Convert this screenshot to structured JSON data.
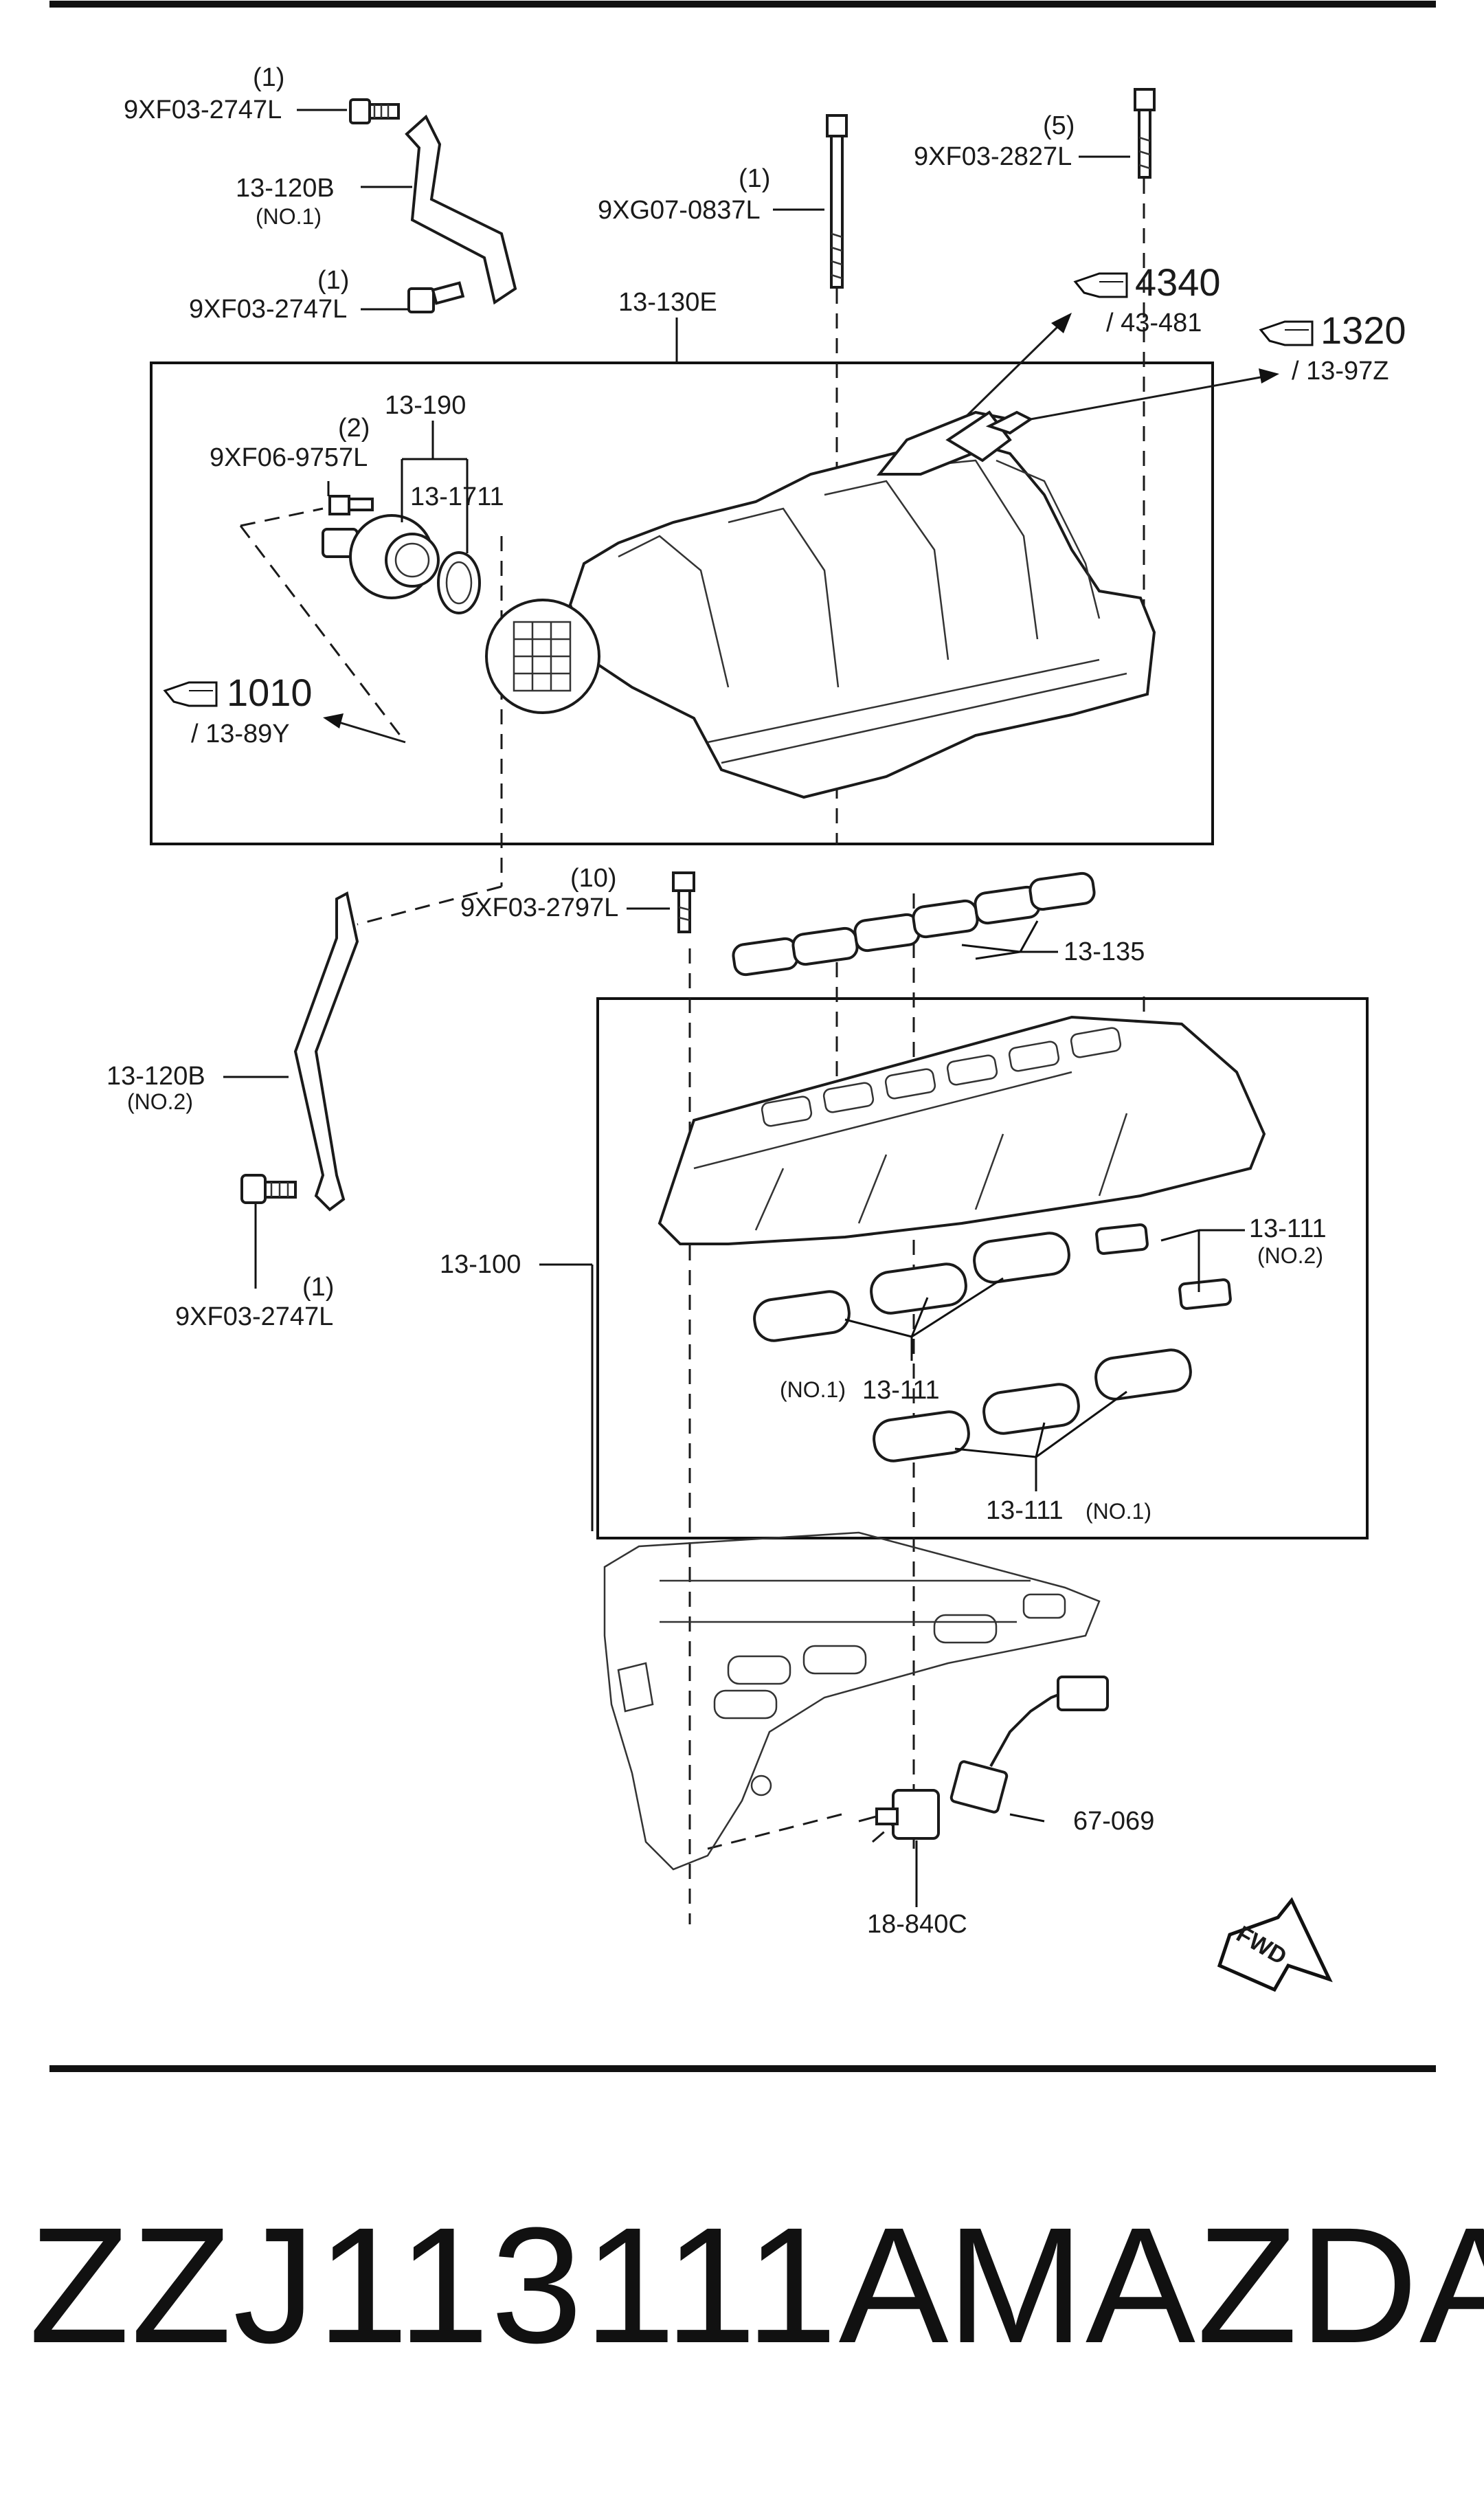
{
  "callouts": {
    "bolt_top_left": {
      "qty": "(1)",
      "code": "9XF03-2747L"
    },
    "bracket_no1": {
      "code": "13-120B",
      "sub": "(NO.1)"
    },
    "bolt_mid_left": {
      "qty": "(1)",
      "code": "9XF03-2747L"
    },
    "long_bolt": {
      "qty": "(1)",
      "code": "9XG07-0837L"
    },
    "bolt_top_right": {
      "qty": "(5)",
      "code": "9XF03-2827L"
    },
    "upper_manifold": {
      "code": "13-130E"
    },
    "throttle_group": {
      "code": "13-190"
    },
    "throttle_bolt": {
      "qty": "(2)",
      "code": "9XF06-9757L"
    },
    "throttle_gasket": {
      "code": "13-1711"
    },
    "bolt_lower": {
      "qty": "(10)",
      "code": "9XF03-2797L"
    },
    "upper_gasket": {
      "code": "13-135"
    },
    "bracket_no2": {
      "code": "13-120B",
      "sub": "(NO.2)"
    },
    "lower_manifold": {
      "code": "13-100"
    },
    "bolt_bottom_left": {
      "qty": "(1)",
      "code": "9XF03-2747L"
    },
    "gasket_no2": {
      "code": "13-111",
      "sub": "(NO.2)"
    },
    "gasket_no1_a": {
      "prefix": "(NO.1)",
      "code": "13-111"
    },
    "gasket_no1_b": {
      "code": "13-111",
      "suffix": "(NO.1)"
    },
    "harness": {
      "code": "67-069"
    },
    "sensor": {
      "code": "18-840C"
    }
  },
  "references": [
    {
      "page": "4340",
      "ref": "/ 43-481"
    },
    {
      "page": "1320",
      "ref": "/ 13-97Z"
    },
    {
      "page": "1010",
      "ref": "/ 13-89Y"
    }
  ],
  "fwd_label": "FWD",
  "footer": {
    "part_number": "ZZJ113111A",
    "brand": "MAZDA"
  }
}
